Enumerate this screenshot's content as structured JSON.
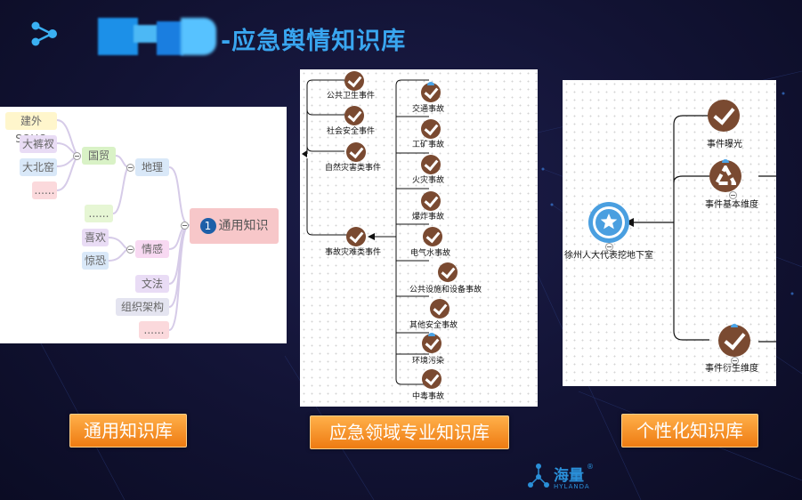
{
  "header": {
    "title": "-应急舆情知识库"
  },
  "panel_general": {
    "root": "通用知识",
    "root_num": "1",
    "branches": [
      {
        "label": "国贸",
        "children": [
          "建外SOHO",
          "大裤衩",
          "大北窑",
          "......"
        ]
      },
      {
        "label": "地理",
        "children": [
          "......"
        ]
      },
      {
        "label": "情感",
        "children": [
          "喜欢",
          "惊恐"
        ]
      },
      {
        "label": "文法",
        "children": []
      },
      {
        "label": "组织架构",
        "children": []
      },
      {
        "label": "......",
        "children": []
      }
    ]
  },
  "panel_emergency": {
    "top_items": [
      "公共卫生事件",
      "社会安全事件",
      "自然灾害类事件"
    ],
    "root": "事故灾难类事件",
    "items": [
      "交通事故",
      "工矿事故",
      "火灾事故",
      "爆炸事故",
      "电气水事故",
      "公共设施和设备事故",
      "其他安全事故",
      "环境污染",
      "中毒事故"
    ]
  },
  "panel_personal": {
    "root": "徐州人大代表挖地下室",
    "items": [
      "事件曝光",
      "事件基本维度",
      "事件衍生维度"
    ]
  },
  "buttons": {
    "general": "通用知识库",
    "emergency": "应急领域专业知识库",
    "personal": "个性化知识库"
  },
  "logo": {
    "name": "海量",
    "sub": "HYLANDA",
    "reg": "®"
  }
}
